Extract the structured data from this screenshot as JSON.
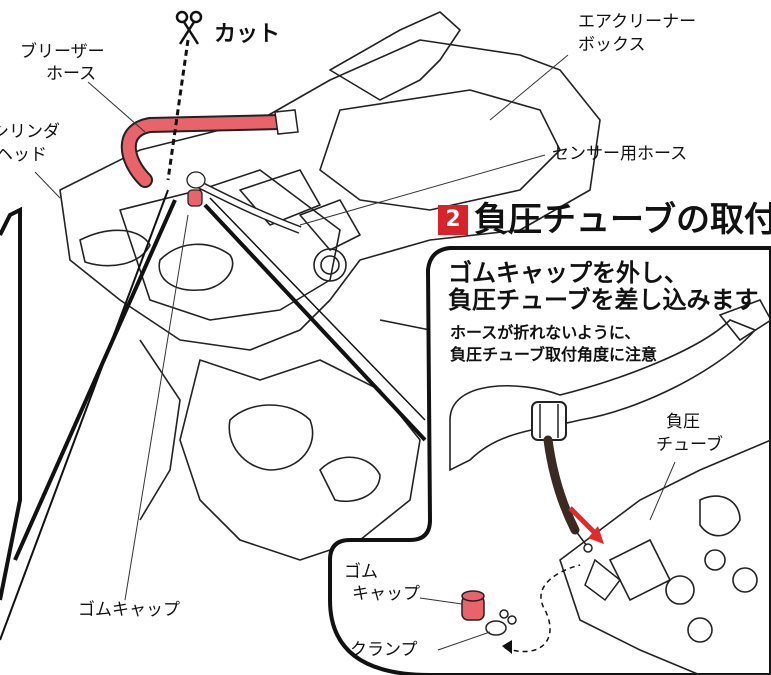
{
  "cut_label": "カット",
  "labels": {
    "breather_hose": [
      "ブリーザー",
      "ホース"
    ],
    "cylinder_head": [
      "シリンダ",
      "ヘッド"
    ],
    "air_cleaner_box": [
      "エアクリーナー",
      "ボックス"
    ],
    "sensor_hose": "センサー用ホース",
    "rubber_cap_main": "ゴムキャップ",
    "vacuum_tube": [
      "負圧",
      "チューブ"
    ],
    "rubber_cap_detail": [
      "ゴム",
      "キャップ"
    ],
    "clamp": "クランプ"
  },
  "step": {
    "number": "2",
    "title": "負圧チューブの取付",
    "heading": [
      "ゴムキャップを外し、",
      "負圧チューブを差し込みます"
    ],
    "note": [
      "ホースが折れないように、",
      "負圧チューブ取付角度に注意"
    ]
  },
  "colors": {
    "hose_red": "#e8636a",
    "badge_red": "#d8232a",
    "arrow_red": "#e22a2a",
    "tube_dark": "#3a2a22",
    "line": "#111111"
  }
}
